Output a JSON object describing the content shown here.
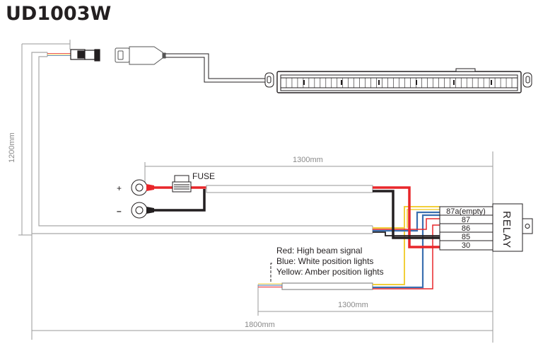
{
  "title": "UD1003W",
  "colors": {
    "red": "#e8262a",
    "black": "#231f20",
    "blue": "#3a6fb0",
    "yellow": "#f2cf3a",
    "dimension": "#8a8a8a"
  },
  "dimensions": {
    "vertical": "1200mm",
    "top_harness": "1300mm",
    "signal_harness": "1300mm",
    "overall": "1800mm"
  },
  "battery": {
    "positive_label": "+",
    "negative_label": "–",
    "fuse_label": "FUSE"
  },
  "relay": {
    "label": "RELAY",
    "pins": [
      "87a(empty)",
      "87",
      "86",
      "85",
      "30"
    ]
  },
  "legend": [
    "Red: High beam signal",
    "Blue: White position lights",
    "Yellow: Amber position lights"
  ]
}
